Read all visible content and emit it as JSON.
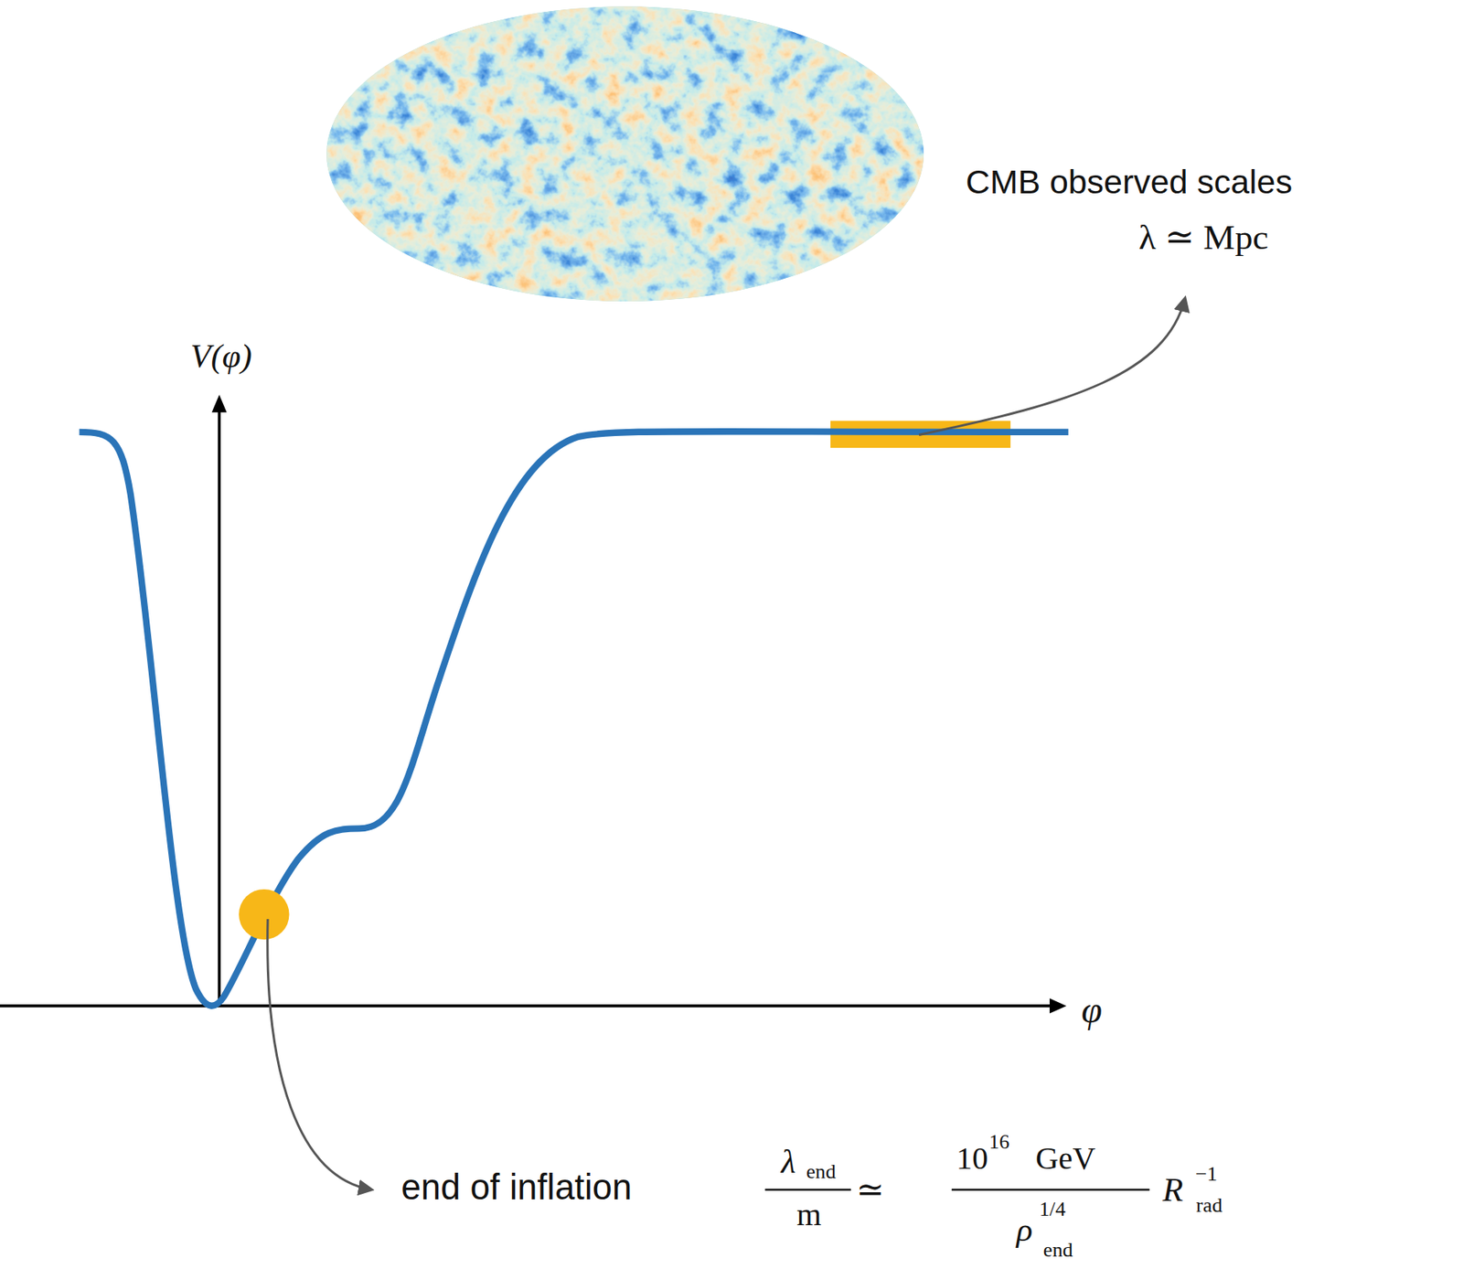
{
  "diagram": {
    "labels": [
      "CMB observed scales",
      "λ ≃ Mpc",
      "V(φ)",
      "φ",
      "end of inflation",
      "λ",
      "end",
      "m",
      "≃",
      "10",
      "16",
      "GeV",
      "ρ",
      "1/4",
      "end",
      "R",
      "−1",
      "rad"
    ]
  }
}
